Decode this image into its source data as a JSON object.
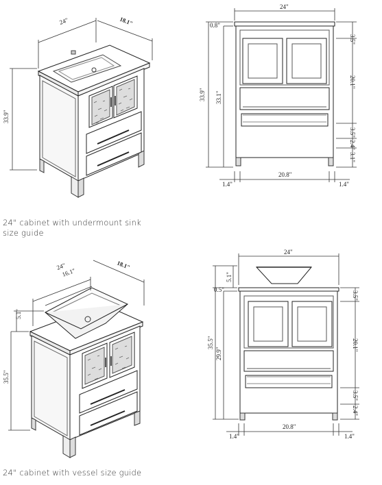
{
  "captions": {
    "undermount": [
      "24\" cabinet with undermount sink",
      "size guide"
    ],
    "vessel": "24\" cabinet with vessel size guide"
  },
  "iso_undermount": {
    "width": "24\"",
    "depth": "18.1\"",
    "height": "33.9\""
  },
  "front_undermount": {
    "width": "24\"",
    "top": "0.8\"",
    "overall": "33.9\"",
    "cabinet": "33.1\"",
    "r1": "3.5\"",
    "r2": "20.1\"",
    "r3": "3.5\"",
    "r4": "2.4\"",
    "r5": "3.1\"",
    "foot_left": "1.4\"",
    "inner": "20.8\"",
    "foot_right": "1.4\""
  },
  "iso_vessel": {
    "width": "24\"",
    "bowl": "16.1\"",
    "depth": "18.1\"",
    "bowl_h": "5.1\"",
    "height": "35.5\""
  },
  "front_vessel": {
    "width": "24\"",
    "bowl_h": "5.1\"",
    "top": "0.5\"",
    "overall": "35.5\"",
    "cabinet": "29.9\"",
    "r1": "3.5\"",
    "r2": "20.1\"",
    "r3": "3.5\"",
    "r4": "2.4\"",
    "foot_left": "1.4\"",
    "inner": "20.8\"",
    "foot_right": "1.4\""
  }
}
